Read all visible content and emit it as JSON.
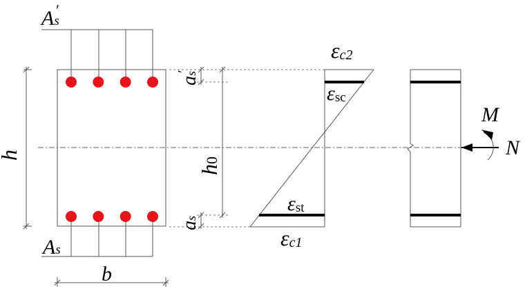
{
  "labels": {
    "As_top_main": "A",
    "As_top_sub": "s",
    "As_top_prime": "′",
    "As_bot_main": "A",
    "As_bot_sub": "s",
    "h": "h",
    "b": "b",
    "h0_main": "h",
    "h0_sub": "0",
    "as_top_main": "a",
    "as_top_sub": "s",
    "as_top_prime": "′",
    "as_bot_main": "a",
    "as_bot_sub": "s",
    "ec2_main": "ε",
    "ec2_sub": "c2",
    "esc_main": "ε",
    "esc_sub": "sc",
    "est_main": "ε",
    "est_sub": "st",
    "ec1_main": "ε",
    "ec1_sub": "c1",
    "M": "M",
    "N": "N"
  },
  "colors": {
    "rebar": "#e8141a",
    "line": "#555555",
    "thick": "#000000"
  },
  "rebars": {
    "top_count": 4,
    "bottom_count": 4
  }
}
